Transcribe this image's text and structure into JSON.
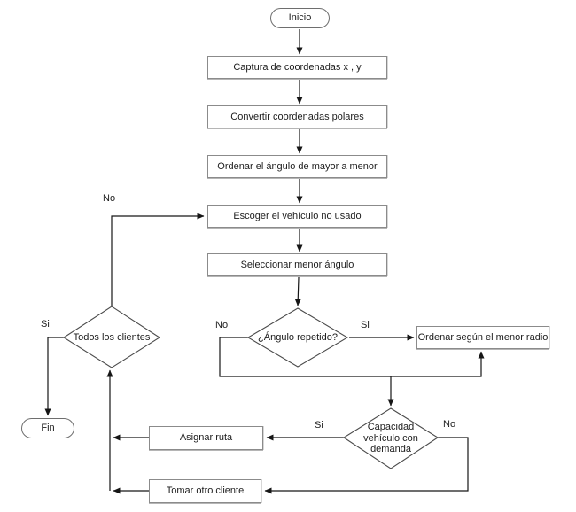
{
  "diagram": {
    "type": "flowchart",
    "language": "es",
    "nodes": {
      "start": "Inicio",
      "capture": "Captura de coordenadas x , y",
      "convert": "Convertir coordenadas polares",
      "sort_angle": "Ordenar el ángulo de mayor a menor",
      "choose_vehicle": "Escoger el vehículo no usado",
      "select_min_angle": "Seleccionar menor ángulo",
      "angle_repeated": "¿Ángulo repetido?",
      "order_radius": "Ordenar según el menor radio",
      "capacity": "Capacidad vehículo con demanda",
      "assign_route": "Asignar ruta",
      "take_client": "Tomar otro cliente",
      "all_clients": "Todos los clientes",
      "end": "Fin"
    },
    "edge_labels": {
      "angle_no": "No",
      "angle_si": "Si",
      "capacity_si": "Si",
      "capacity_no": "No",
      "clients_si": "Si",
      "clients_no": "No"
    },
    "edges": [
      {
        "from": "start",
        "to": "capture"
      },
      {
        "from": "capture",
        "to": "convert"
      },
      {
        "from": "convert",
        "to": "sort_angle"
      },
      {
        "from": "sort_angle",
        "to": "choose_vehicle"
      },
      {
        "from": "choose_vehicle",
        "to": "select_min_angle"
      },
      {
        "from": "select_min_angle",
        "to": "angle_repeated"
      },
      {
        "from": "angle_repeated",
        "to": "order_radius",
        "label": "Si"
      },
      {
        "from": "angle_repeated",
        "to": "capacity",
        "label": "No"
      },
      {
        "from": "capacity",
        "to": "assign_route",
        "label": "Si"
      },
      {
        "from": "capacity",
        "to": "take_client",
        "label": "No"
      },
      {
        "from": "assign_route",
        "to": "all_clients"
      },
      {
        "from": "take_client",
        "to": "all_clients"
      },
      {
        "from": "all_clients",
        "to": "choose_vehicle",
        "label": "No"
      },
      {
        "from": "all_clients",
        "to": "end",
        "label": "Si"
      }
    ],
    "colors": {
      "background": "#ffffff",
      "line": "#161616",
      "box_border": "#8b8b8b",
      "diamond_border": "#4a4a4a",
      "text": "#1c1c1c"
    }
  }
}
